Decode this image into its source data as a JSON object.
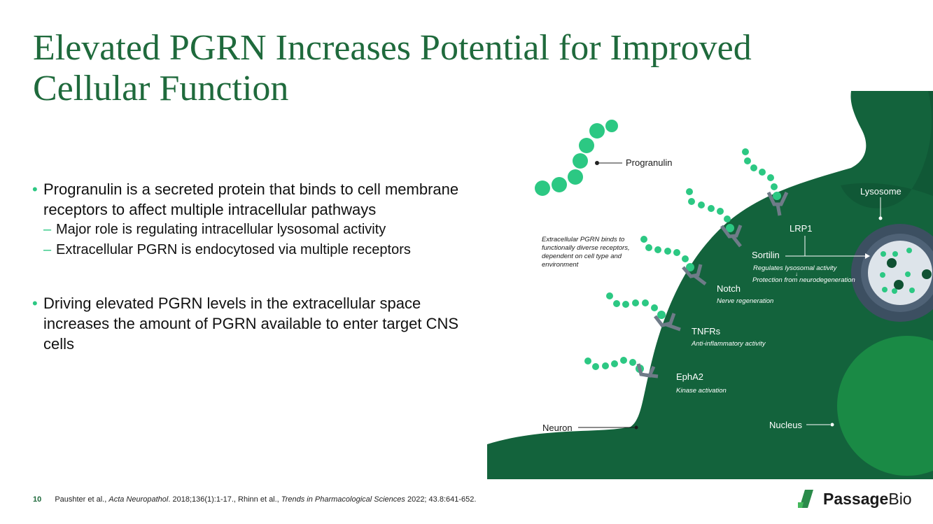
{
  "slide": {
    "title": "Elevated PGRN Increases Potential for Improved Cellular Function",
    "page_number": "10"
  },
  "bullets": {
    "b1": "Progranulin is a secreted protein that binds to cell membrane receptors to affect multiple intracellular pathways",
    "b1_sub1": "Major role is regulating intracellular lysosomal activity",
    "b1_sub2": "Extracellular PGRN is endocytosed via multiple receptors",
    "b2": "Driving elevated PGRN levels in the extracellular space increases the amount of PGRN available to enter target CNS cells"
  },
  "figure": {
    "progranulin": "Progranulin",
    "extracellular_note_1": "Extracellular PGRN binds to",
    "extracellular_note_2": "functionally diverse receptors,",
    "extracellular_note_3": "dependent on cell type and",
    "extracellular_note_4": "environment",
    "lrp1": "LRP1",
    "sortilin": "Sortilin",
    "sortilin_desc_1": "Regulates lysosomal activity",
    "sortilin_desc_2": "Protection from neurodegeneration",
    "notch": "Notch",
    "notch_desc": "Nerve regeneration",
    "tnfrs": "TNFRs",
    "tnfrs_desc": "Anti-inflammatory activity",
    "epha2": "EphA2",
    "epha2_desc": "Kinase activation",
    "lysosome": "Lysosome",
    "neuron": "Neuron",
    "nucleus": "Nucleus",
    "arrow_down": "↓"
  },
  "footer": {
    "ref1_authors": "Paushter et al., ",
    "ref1_journal": "Acta Neuropathol",
    "ref1_rest": ". 2018;136(1):1-17., Rhinn et al., ",
    "ref2_journal": "Trends in Pharmacological Sciences",
    "ref2_rest": " 2022; 43.8:641-652."
  },
  "logo": {
    "word1": "Passage",
    "word2": "Bio"
  },
  "colors": {
    "title_green": "#1f6a3c",
    "bullet_accent": "#2cc883",
    "neuron_dark": "#0f5132",
    "neuron_mid": "#13633c",
    "bead_green": "#2cc883",
    "receptor_gray": "#6f7b88"
  }
}
